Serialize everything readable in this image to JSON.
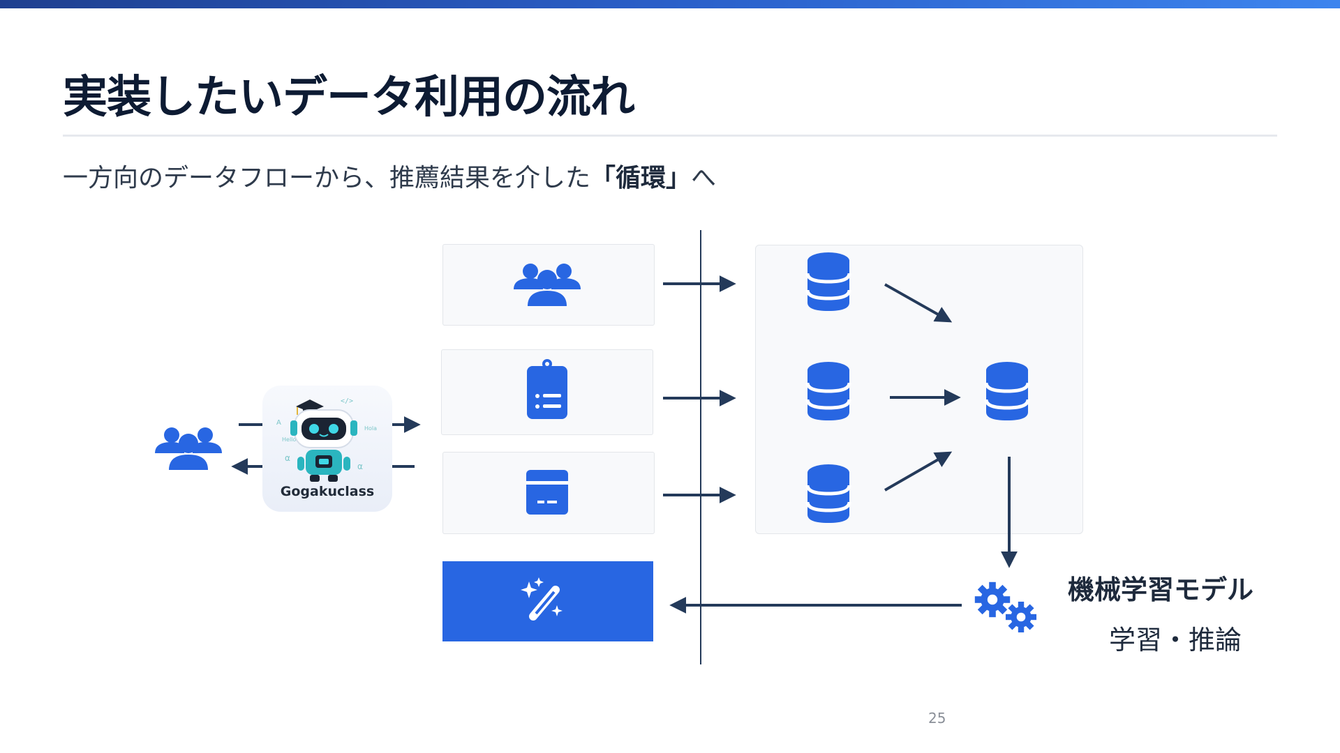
{
  "title": "実装したいデータ利用の流れ",
  "subtitle": {
    "prefix": "一方向のデータフローから、推薦結果を介した",
    "emphasis": "「循環」",
    "suffix": "へ"
  },
  "app": {
    "label": "Gogakuclass"
  },
  "ml": {
    "title": "機械学習モデル",
    "subtitle": "学習・推論"
  },
  "page_number": "25",
  "icons": {
    "users_left": "users-icon",
    "users_source": "users-icon",
    "clipboard": "clipboard-list-icon",
    "card": "id-card-icon",
    "magic": "magic-wand-icon",
    "database": "database-icon",
    "gears": "gears-icon",
    "robot": "robot-mascot-icon"
  },
  "colors": {
    "accent": "#2866e2",
    "arrow": "#243a5a",
    "title": "#0d1b33"
  }
}
